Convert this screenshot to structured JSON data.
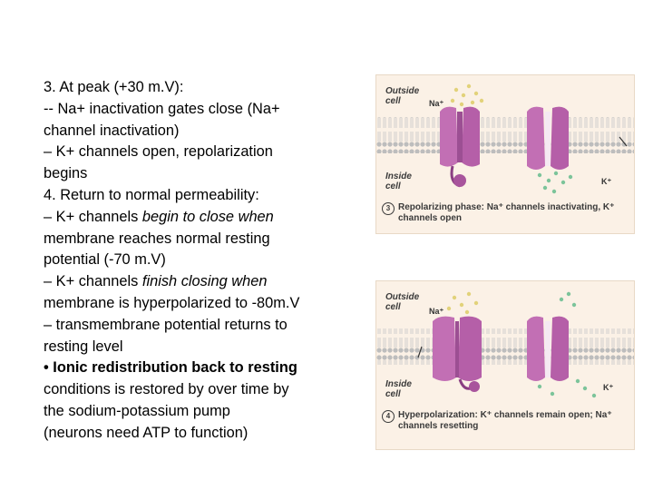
{
  "text": {
    "l1": "3. At peak (+30 m.V):",
    "l2": "-- Na+ inactivation gates close (Na+",
    "l3": "channel inactivation)",
    "l4": "– K+ channels open, repolarization",
    "l5": "begins",
    "l6": "4. Return to normal permeability:",
    "l7a": "– K+ channels ",
    "l7b": "begin to close when",
    "l8": "membrane reaches normal resting",
    "l9": "potential (-70 m.V)",
    "l10a": "– K+ channels ",
    "l10b": "finish closing when",
    "l11": "membrane is hyperpolarized to -80m.V",
    "l12": "– transmembrane potential returns to",
    "l13": "resting level",
    "l14": "• Ionic redistribution back to resting",
    "l15": "conditions is restored by over time by",
    "l16": "the sodium-potassium pump",
    "l17": "(neurons need ATP to function)"
  },
  "figure_top": {
    "outside_label": "Outside cell",
    "inside_label": "Inside cell",
    "na_label": "Na⁺",
    "k_label": "K⁺",
    "step_number": "3",
    "caption": "Repolarizing phase: Na⁺ channels inactivating, K⁺ channels open"
  },
  "figure_bottom": {
    "outside_label": "Outside cell",
    "inside_label": "Inside cell",
    "na_label": "Na⁺",
    "k_label": "K⁺",
    "step_number": "4",
    "caption": "Hyperpolarization: K⁺ channels remain open; Na⁺ channels resetting"
  },
  "colors": {
    "channel": "#c26fb4",
    "channel_dark": "#9c4f93",
    "membrane": "#c9c9c9",
    "ion_na": "#e2d27a",
    "ion_k": "#7cc49a",
    "panel_bg": "#fbf1e6"
  }
}
